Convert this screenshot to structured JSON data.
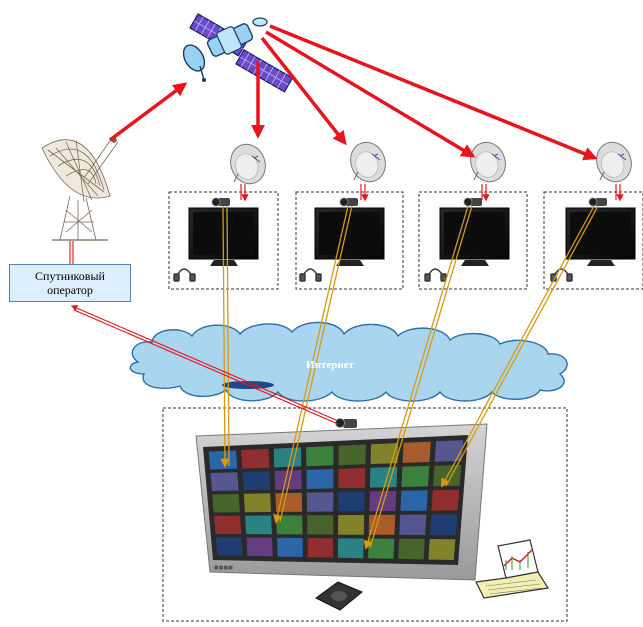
{
  "operator": {
    "line1": "Спутниковый",
    "line2": "оператор"
  },
  "internet": {
    "label": "Интернет"
  },
  "colors": {
    "beam": "#e8141b",
    "feed": "#e0b040",
    "cloud": "#a9d6ee",
    "cloud_stroke": "#2e6fa8",
    "screen": "#111111",
    "bezel": "#bcbcbc"
  },
  "receivers": [
    {
      "name": "receiver-station-1",
      "parts": [
        "satellite-dish",
        "tv-monitor",
        "camera",
        "headphones"
      ]
    },
    {
      "name": "receiver-station-2",
      "parts": [
        "satellite-dish",
        "tv-monitor",
        "camera",
        "headphones"
      ]
    },
    {
      "name": "receiver-station-3",
      "parts": [
        "satellite-dish",
        "tv-monitor",
        "camera",
        "headphones"
      ]
    },
    {
      "name": "receiver-station-4",
      "parts": [
        "satellite-dish",
        "tv-monitor",
        "camera",
        "headphones"
      ]
    }
  ],
  "control_room": {
    "parts": [
      "video-wall",
      "camera",
      "speakerphone",
      "laptop"
    ]
  },
  "icons": [
    "satellite-icon",
    "ground-antenna-icon",
    "satellite-dish-icon",
    "tv-icon",
    "camera-icon",
    "headphones-icon",
    "speakerphone-icon",
    "laptop-icon",
    "cloud-icon"
  ]
}
